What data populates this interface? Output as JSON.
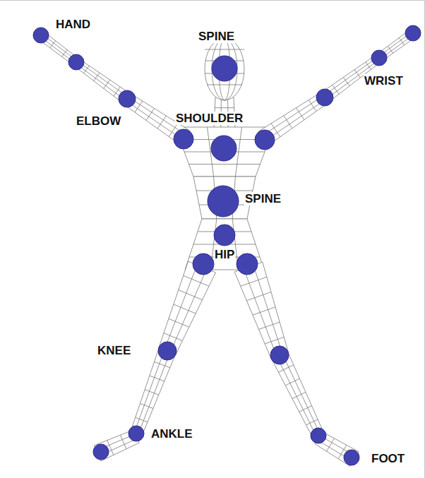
{
  "diagram": {
    "labels": [
      "HAND",
      "SPINE",
      "WRIST",
      "ELBOW",
      "SHOULDER",
      "SPINE",
      "HIP",
      "KNEE",
      "ANKLE",
      "FOOT"
    ]
  }
}
